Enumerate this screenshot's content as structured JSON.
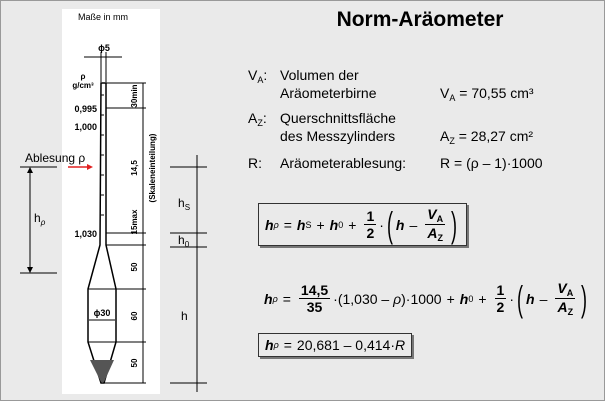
{
  "title": "Norm-Aräometer",
  "diagram": {
    "units_note": "Maße in mm",
    "stem_diameter": "ϕ5",
    "density_label": "ρ",
    "density_unit": "g/cm³",
    "scale_top": "0,995",
    "scale_1000": "1,000",
    "scale_bottom": "1,030",
    "dim_top": "30min",
    "dim_scale": "14,5",
    "dim_scale_note": "(Skaleneinteilung)",
    "dim_15": "15max",
    "dim_50a": "50",
    "dim_60": "60",
    "dim_50b": "50",
    "bulb_diameter": "ϕ30",
    "reading_label": "Ablesung ρ",
    "h_rho": "hρ",
    "h_s": "hS",
    "h_0": "h0",
    "h": "h",
    "arrow_color": "#e02020"
  },
  "definitions": {
    "va_sym": "V",
    "va_sub": "A",
    "va_text1": "Volumen der",
    "va_text2": "Aräometerbirne",
    "va_value": "= 70,55 cm³",
    "az_sym": "A",
    "az_sub": "Z",
    "az_text1": "Querschnittsfläche",
    "az_text2": "des Messzylinders",
    "az_value": "= 28,27 cm²",
    "r_sym": "R:",
    "r_text": "Aräometerablesung:",
    "r_value": "R  = (ρ – 1)·1000"
  },
  "formulas": {
    "h": "h",
    "rho": "ρ",
    "eq": "=",
    "plus": "+",
    "minus": "–",
    "dot": "·",
    "s": "S",
    "zero": "0",
    "one": "1",
    "two": "2",
    "V": "V",
    "A": "A",
    "Asub": "A",
    "Zsub": "Z",
    "f2_num": "14,5",
    "f2_den": "35",
    "f2_mid": "(1,030 –",
    "f2_rho": "ρ",
    "f2_end": ")·1000",
    "f3_rhs": "20,681 – 0,414·",
    "f3_R": "R"
  }
}
